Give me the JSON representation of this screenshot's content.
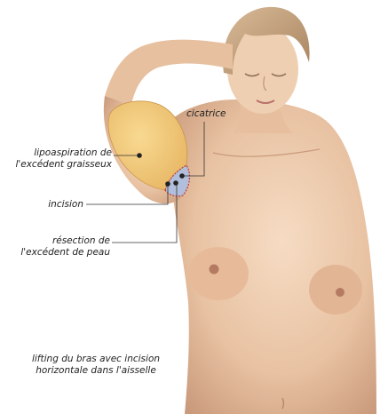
{
  "labels": {
    "liposuction": [
      "lipoaspiration de",
      "l'excédent graisseux"
    ],
    "scar": "cicatrice",
    "incision": "incision",
    "resection": [
      "résection de",
      "l'excédent de peau"
    ],
    "caption": [
      "lifting du bras avec incision",
      "horizontale dans l'aisselle"
    ]
  },
  "colors": {
    "skin": "#e9c4a4",
    "skin_shadow": "#c8997a",
    "hair": "#c7a582",
    "fat_zone": "#efc77a",
    "skin_excess": "#a9b8d8",
    "scar_line": "#c0392b",
    "leader": "#333333"
  }
}
